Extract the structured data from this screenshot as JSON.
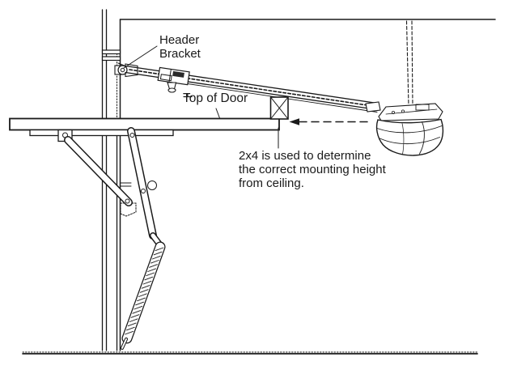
{
  "figure": {
    "description_labels": {
      "header_bracket_line1": "Header",
      "header_bracket_line2": "Bracket",
      "top_of_door": "Top of Door",
      "note_line1": "2x4 is used to determine",
      "note_line2": "the correct mounting height",
      "note_line3": "from ceiling."
    },
    "colors": {
      "line": "#1a1a1a",
      "background": "#ffffff"
    }
  }
}
